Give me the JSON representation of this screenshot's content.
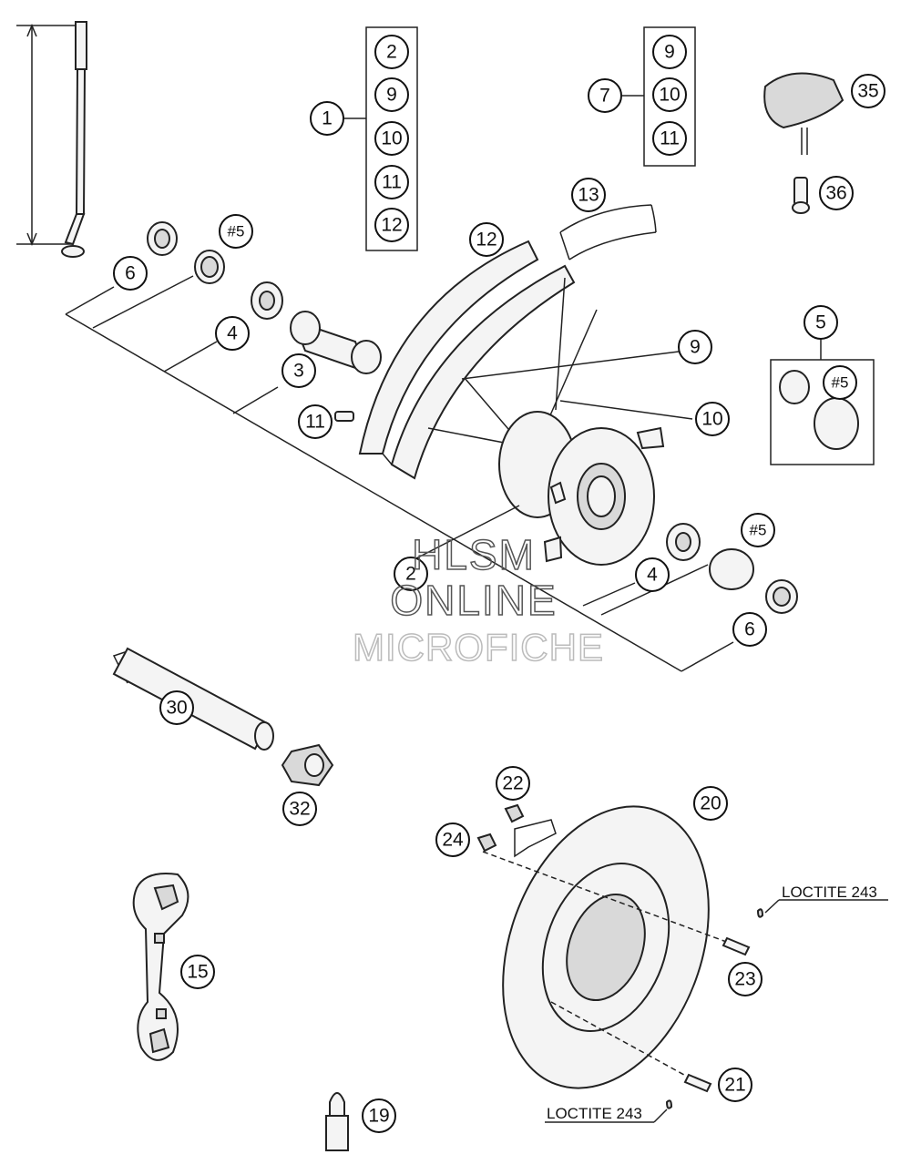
{
  "diagram": {
    "callouts": {
      "c1": "1",
      "c2a": "2",
      "c9a": "9",
      "c10a": "10",
      "c11a": "11",
      "c12a": "12",
      "c7": "7",
      "c9b": "9",
      "c10b": "10",
      "c11b": "11",
      "c35": "35",
      "c36": "36",
      "c13": "13",
      "c12b": "12",
      "c6a": "6",
      "c5a": "#5",
      "c4a": "4",
      "c3": "3",
      "c11c": "11",
      "c9c": "9",
      "c10c": "10",
      "c5": "5",
      "c5b": "#5",
      "c2b": "2",
      "c4b": "4",
      "c5c": "#5",
      "c6b": "6",
      "c30": "30",
      "c32": "32",
      "c22": "22",
      "c20": "20",
      "c24": "24",
      "c23": "23",
      "c21": "21",
      "c15": "15",
      "c19": "19"
    },
    "loctite_top": "LOCTITE 243",
    "loctite_bottom": "LOCTITE 243",
    "watermark": [
      "HLSM",
      "ONLINE",
      "MICROFICHE"
    ]
  }
}
